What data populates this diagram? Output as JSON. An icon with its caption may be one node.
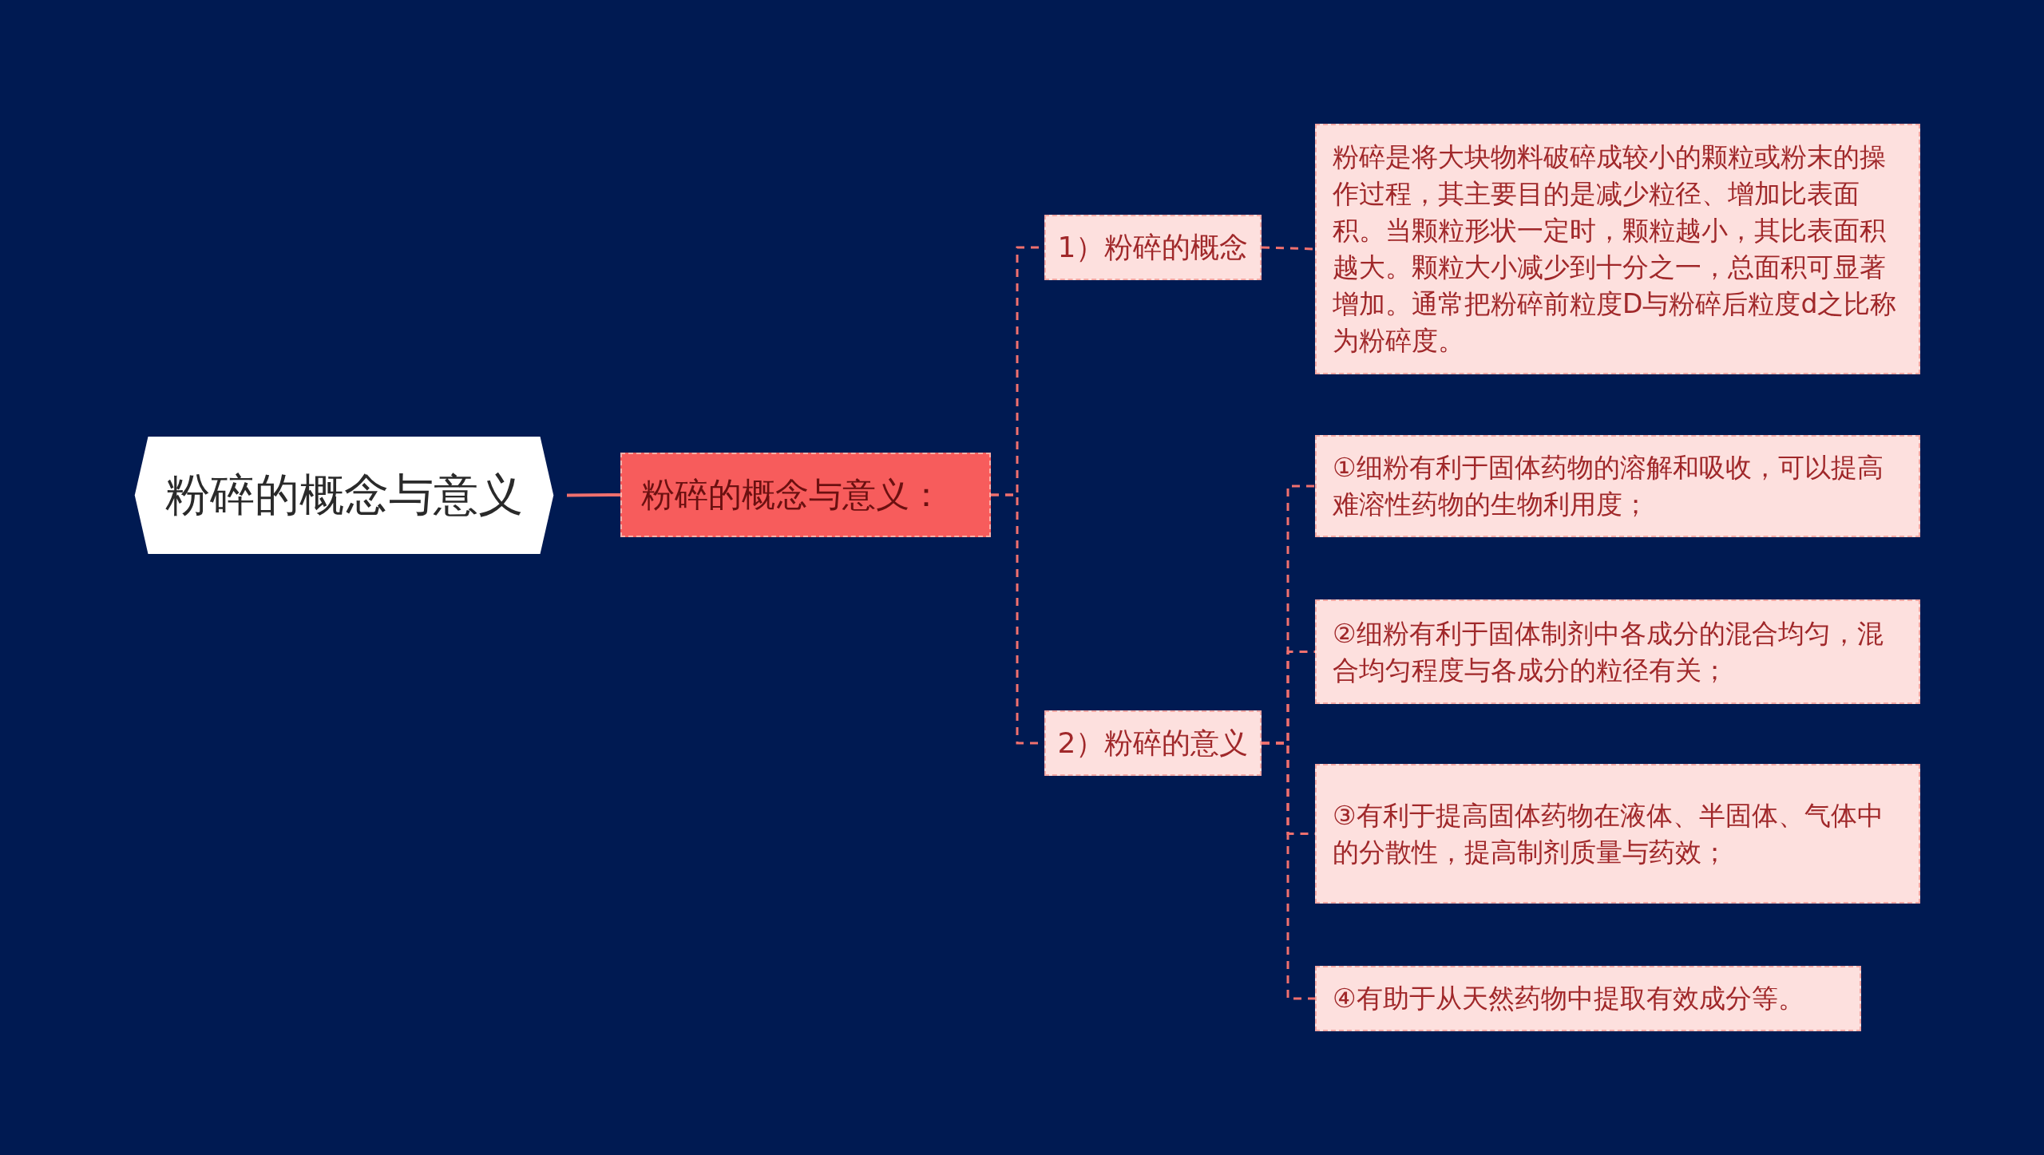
{
  "diagram": {
    "nodes": [
      {
        "text": [
          "粉碎的概念与意义"
        ]
      },
      {
        "text": [
          "粉碎的概念与意义："
        ]
      },
      {
        "text": [
          "1）粉碎的概念"
        ]
      },
      {
        "text": [
          "粉碎是将大块物料破碎成较小的颗粒或粉末的操作过程，其主要目的是减少粒径、增加比表面积。当颗粒形状一定时，颗粒越小，其比表面积越大。颗粒大小减少到十分之一，总面积可显著增加。通常把粉碎前粒度D与粉碎后粒度d之比称为粉碎度。"
        ]
      },
      {
        "text": [
          "2）粉碎的意义"
        ]
      },
      {
        "text": [
          "①细粉有利于固体药物的溶解和吸收，可以提高难溶性药物的生物利用度；"
        ]
      },
      {
        "text": [
          "②细粉有利于固体制剂中各成分的混合均匀，混合均匀程度与各成分的粒径有关；"
        ]
      },
      {
        "text": [
          "③有利于提高固体药物在液体、半固体、气体中的分散性，提高制剂质量与药效；"
        ]
      },
      {
        "text": [
          "④有助于从天然药物中提取有效成分等。"
        ]
      }
    ],
    "edges": [
      {
        "from": 0,
        "to": 1,
        "arrow": "none"
      },
      {
        "from": 1,
        "to": 2,
        "arrow": "none",
        "style": "dashed"
      },
      {
        "from": 1,
        "to": 4,
        "arrow": "none",
        "style": "dashed"
      },
      {
        "from": 2,
        "to": 3,
        "arrow": "none",
        "style": "dashed"
      },
      {
        "from": 4,
        "to": 5,
        "arrow": "none",
        "style": "dashed"
      },
      {
        "from": 4,
        "to": 6,
        "arrow": "none",
        "style": "dashed"
      },
      {
        "from": 4,
        "to": 7,
        "arrow": "none",
        "style": "dashed"
      },
      {
        "from": 4,
        "to": 8,
        "arrow": "none",
        "style": "dashed"
      }
    ]
  }
}
